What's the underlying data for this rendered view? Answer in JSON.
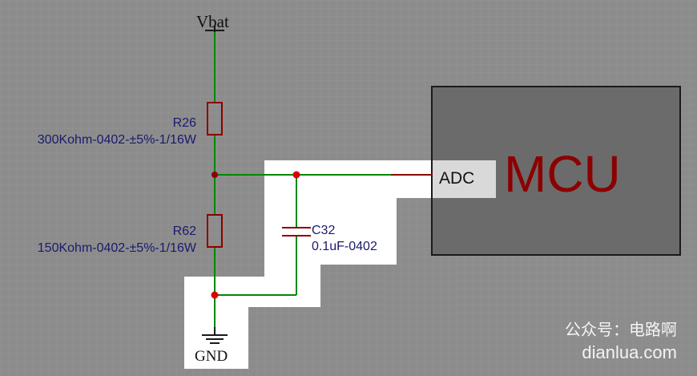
{
  "colors": {
    "background": "#8c8c8c",
    "grid": "#9a9a9a",
    "highlight": "#ffffff",
    "wire": "#008800",
    "component": "#8b0000",
    "junction": "#cc0000",
    "label_blue": "#1a1a6e",
    "mcu_fill": "#6b6b6b",
    "mcu_text": "#8b0000",
    "adc_pin_bg": "#d9d9d9",
    "watermark": "#f4f4f4"
  },
  "power": {
    "label": "Vbat"
  },
  "ground": {
    "label": "GND"
  },
  "r26": {
    "ref": "R26",
    "value": "300Kohm-0402-±5%-1/16W"
  },
  "r62": {
    "ref": "R62",
    "value": "150Kohm-0402-±5%-1/16W"
  },
  "c32": {
    "ref": "C32",
    "value": "0.1uF-0402"
  },
  "mcu": {
    "label": "MCU",
    "pin_label": "ADC"
  },
  "watermark": {
    "line1": "公众号：电路啊",
    "line2": "dianlua.com"
  }
}
